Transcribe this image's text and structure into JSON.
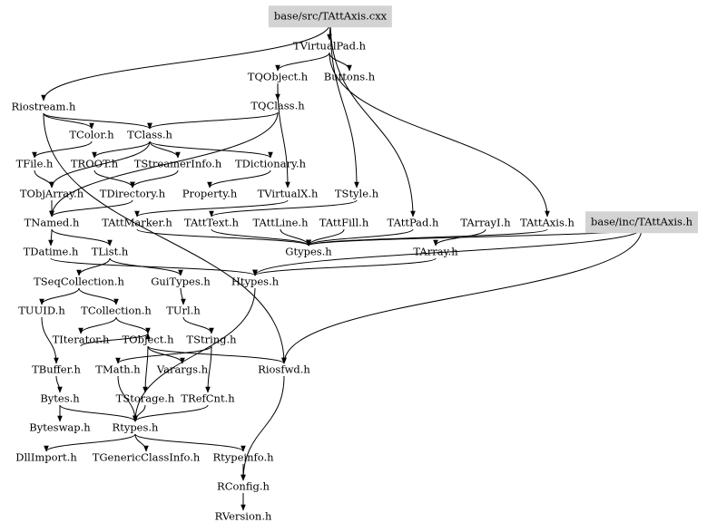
{
  "diagram": {
    "type": "include-dependency-graph",
    "root": "base/src/TAttAxis.cxx",
    "highlight_color": "#d3d3d3",
    "nodes": [
      {
        "id": "root",
        "label": "base/src/TAttAxis.cxx",
        "boxed": true
      },
      {
        "id": "TVirtualPad",
        "label": "TVirtualPad.h"
      },
      {
        "id": "TQObject",
        "label": "TQObject.h"
      },
      {
        "id": "Buttons",
        "label": "Buttons.h"
      },
      {
        "id": "Riostream",
        "label": "Riostream.h"
      },
      {
        "id": "TQClass",
        "label": "TQClass.h"
      },
      {
        "id": "TColor",
        "label": "TColor.h"
      },
      {
        "id": "TClass",
        "label": "TClass.h"
      },
      {
        "id": "TFile",
        "label": "TFile.h"
      },
      {
        "id": "TROOT",
        "label": "TROOT.h"
      },
      {
        "id": "TStreamerInfo",
        "label": "TStreamerInfo.h"
      },
      {
        "id": "TDictionary",
        "label": "TDictionary.h"
      },
      {
        "id": "TObjArray",
        "label": "TObjArray.h"
      },
      {
        "id": "TDirectory",
        "label": "TDirectory.h"
      },
      {
        "id": "Property",
        "label": "Property.h"
      },
      {
        "id": "TVirtualX",
        "label": "TVirtualX.h"
      },
      {
        "id": "TStyle",
        "label": "TStyle.h"
      },
      {
        "id": "TNamed",
        "label": "TNamed.h"
      },
      {
        "id": "TAttMarker",
        "label": "TAttMarker.h"
      },
      {
        "id": "TAttText",
        "label": "TAttText.h"
      },
      {
        "id": "TAttLine",
        "label": "TAttLine.h"
      },
      {
        "id": "TAttFill",
        "label": "TAttFill.h"
      },
      {
        "id": "TAttPad",
        "label": "TAttPad.h"
      },
      {
        "id": "TArrayI",
        "label": "TArrayI.h"
      },
      {
        "id": "TAttAxis",
        "label": "TAttAxis.h"
      },
      {
        "id": "incTAttAxis",
        "label": "base/inc/TAttAxis.h",
        "boxed": true
      },
      {
        "id": "TDatime",
        "label": "TDatime.h"
      },
      {
        "id": "TList",
        "label": "TList.h"
      },
      {
        "id": "Gtypes",
        "label": "Gtypes.h"
      },
      {
        "id": "TArray",
        "label": "TArray.h"
      },
      {
        "id": "TSeqCollection",
        "label": "TSeqCollection.h"
      },
      {
        "id": "GuiTypes",
        "label": "GuiTypes.h"
      },
      {
        "id": "Htypes",
        "label": "Htypes.h"
      },
      {
        "id": "TUUID",
        "label": "TUUID.h"
      },
      {
        "id": "TCollection",
        "label": "TCollection.h"
      },
      {
        "id": "TUrl",
        "label": "TUrl.h"
      },
      {
        "id": "TIterator",
        "label": "TIterator.h"
      },
      {
        "id": "TObject",
        "label": "TObject.h"
      },
      {
        "id": "TString",
        "label": "TString.h"
      },
      {
        "id": "TBuffer",
        "label": "TBuffer.h"
      },
      {
        "id": "TMath",
        "label": "TMath.h"
      },
      {
        "id": "Varargs",
        "label": "Varargs.h"
      },
      {
        "id": "Riosfwd",
        "label": "Riosfwd.h"
      },
      {
        "id": "Bytes",
        "label": "Bytes.h"
      },
      {
        "id": "TStorage",
        "label": "TStorage.h"
      },
      {
        "id": "TRefCnt",
        "label": "TRefCnt.h"
      },
      {
        "id": "Byteswap",
        "label": "Byteswap.h"
      },
      {
        "id": "Rtypes",
        "label": "Rtypes.h"
      },
      {
        "id": "DllImport",
        "label": "DllImport.h"
      },
      {
        "id": "TGenericClassInfo",
        "label": "TGenericClassInfo.h"
      },
      {
        "id": "Rtypeinfo",
        "label": "Rtypeinfo.h"
      },
      {
        "id": "RConfig",
        "label": "RConfig.h"
      },
      {
        "id": "RVersion",
        "label": "RVersion.h"
      }
    ],
    "edges": [
      [
        "root",
        "TVirtualPad"
      ],
      [
        "root",
        "Riostream"
      ],
      [
        "root",
        "TStyle"
      ],
      [
        "root",
        "TAttPad"
      ],
      [
        "TVirtualPad",
        "TQObject"
      ],
      [
        "TVirtualPad",
        "Buttons"
      ],
      [
        "TVirtualPad",
        "TAttAxis"
      ],
      [
        "TQObject",
        "TQClass"
      ],
      [
        "TQObject",
        "TVirtualX"
      ],
      [
        "TQClass",
        "TClass"
      ],
      [
        "TQClass",
        "TNamed"
      ],
      [
        "Riostream",
        "TColor"
      ],
      [
        "Riostream",
        "TClass"
      ],
      [
        "Riostream",
        "Riosfwd"
      ],
      [
        "TColor",
        "TFile"
      ],
      [
        "TClass",
        "TROOT"
      ],
      [
        "TClass",
        "TStreamerInfo"
      ],
      [
        "TClass",
        "TDictionary"
      ],
      [
        "TClass",
        "TObjArray"
      ],
      [
        "TROOT",
        "TDirectory"
      ],
      [
        "TFile",
        "TObjArray"
      ],
      [
        "TDictionary",
        "Property"
      ],
      [
        "TStreamerInfo",
        "TDirectory"
      ],
      [
        "TObjArray",
        "TNamed"
      ],
      [
        "TDirectory",
        "TNamed"
      ],
      [
        "TVirtualX",
        "TAttMarker"
      ],
      [
        "TStyle",
        "TAttText"
      ],
      [
        "TNamed",
        "TDatime"
      ],
      [
        "TNamed",
        "TList"
      ],
      [
        "TAttMarker",
        "Gtypes"
      ],
      [
        "TAttText",
        "Gtypes"
      ],
      [
        "TAttLine",
        "Gtypes"
      ],
      [
        "TAttFill",
        "Gtypes"
      ],
      [
        "TAttPad",
        "Gtypes"
      ],
      [
        "TArrayI",
        "TArray"
      ],
      [
        "TAttAxis",
        "Gtypes"
      ],
      [
        "incTAttAxis",
        "Gtypes"
      ],
      [
        "incTAttAxis",
        "Htypes"
      ],
      [
        "incTAttAxis",
        "Riosfwd"
      ],
      [
        "TArray",
        "Htypes"
      ],
      [
        "TList",
        "TSeqCollection"
      ],
      [
        "TList",
        "GuiTypes"
      ],
      [
        "TDatime",
        "Htypes"
      ],
      [
        "TSeqCollection",
        "TUUID"
      ],
      [
        "TSeqCollection",
        "TCollection"
      ],
      [
        "TCollection",
        "TObject"
      ],
      [
        "TCollection",
        "TIterator"
      ],
      [
        "TUrl",
        "TString"
      ],
      [
        "GuiTypes",
        "TUrl"
      ],
      [
        "Htypes",
        "Rtypes"
      ],
      [
        "TUUID",
        "TBuffer"
      ],
      [
        "TObject",
        "TStorage"
      ],
      [
        "TObject",
        "Varargs"
      ],
      [
        "TObject",
        "Riosfwd"
      ],
      [
        "TString",
        "TRefCnt"
      ],
      [
        "TString",
        "TMath"
      ],
      [
        "TIterator",
        "TObject"
      ],
      [
        "TBuffer",
        "Bytes"
      ],
      [
        "TMath",
        "Rtypes"
      ],
      [
        "Bytes",
        "Byteswap"
      ],
      [
        "Bytes",
        "Rtypes"
      ],
      [
        "TStorage",
        "Rtypes"
      ],
      [
        "TRefCnt",
        "Rtypes"
      ],
      [
        "Rtypes",
        "DllImport"
      ],
      [
        "Rtypes",
        "TGenericClassInfo"
      ],
      [
        "Rtypes",
        "Rtypeinfo"
      ],
      [
        "Rtypeinfo",
        "RConfig"
      ],
      [
        "Riosfwd",
        "RConfig"
      ],
      [
        "RConfig",
        "RVersion"
      ]
    ]
  }
}
